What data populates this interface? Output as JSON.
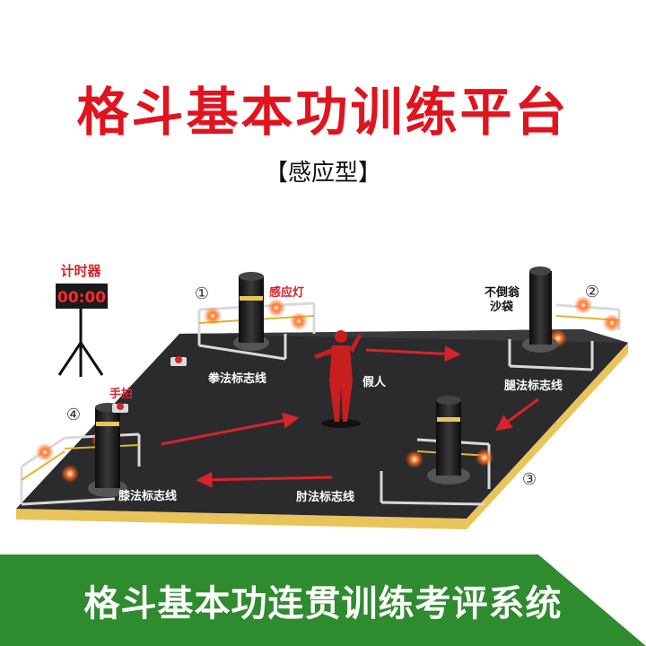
{
  "header": {
    "title": "格斗基本功训练平台",
    "subtitle": "【感应型】"
  },
  "diagram": {
    "timer_label": "计时器",
    "timer_display": "00:00",
    "sensor_light_label": "感应灯",
    "tumbler_bag_label_line1": "不倒翁",
    "tumbler_bag_label_line2": "沙袋",
    "hand_clap_label": "手拍",
    "dummy_label": "假人",
    "fist_line_label": "拳法标志线",
    "leg_line_label": "腿法标志线",
    "knee_line_label": "膝法标志线",
    "elbow_line_label": "肘法标志线",
    "station_1": "①",
    "station_2": "②",
    "station_3": "③",
    "station_4": "④"
  },
  "footer": {
    "banner_text": "格斗基本功连贯训练考评系统"
  },
  "colors": {
    "title_red": "#e0141e",
    "platform_dark": "#2b2b2e",
    "platform_edge": "#e8c45a",
    "arrow_red": "#d8232a",
    "banner_green": "#2e8b2e",
    "sensor_orange": "#ff6a1a"
  }
}
